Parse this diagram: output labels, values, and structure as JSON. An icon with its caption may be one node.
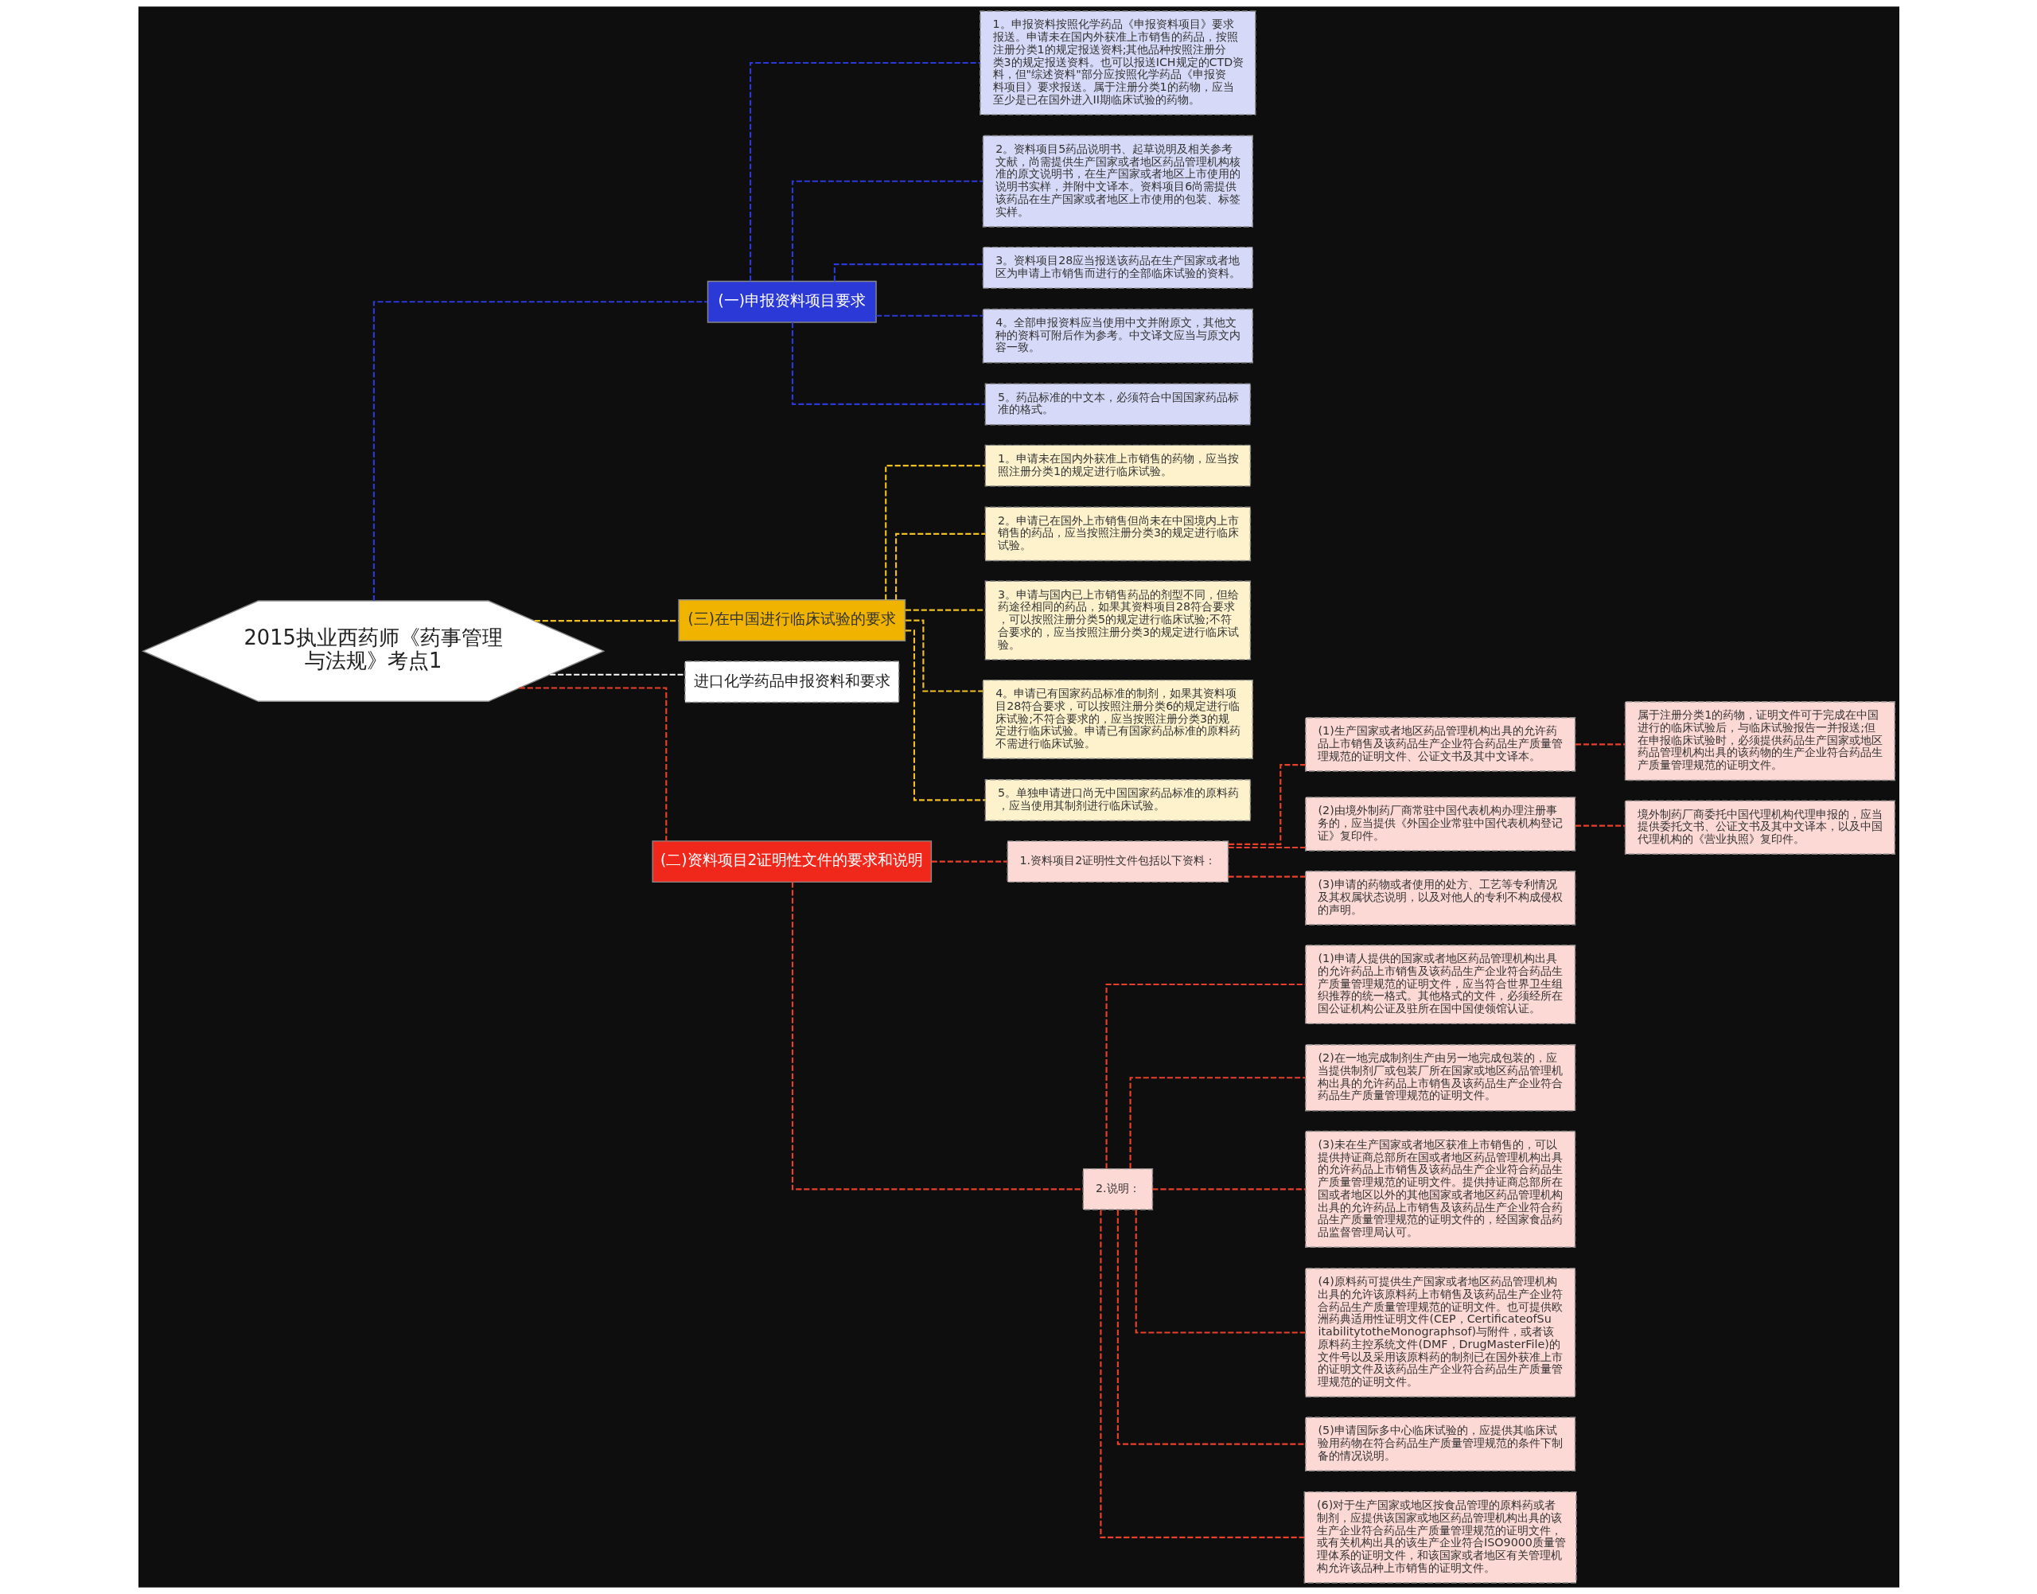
{
  "diagram": {
    "nodes": [
      {
        "text": [
          "2015执业西药师《药事管理与法规》考点1"
        ]
      },
      {
        "text": [
          "(一)申报资料项目要求"
        ]
      },
      {
        "text": [
          "1。申报资料按照化学药品《申报资料项目》要求报送。申请未在国内外获准上市销售的药品，按照注册分类1的规定报送资料;其他品种按照注册分类3的规定报送资料。也可以报送ICH规定的CTD资料，但\"综述资料\"部分应按照化学药品《申报资料项目》要求报送。属于注册分类1的药物，应当至少是已在国外进入II期临床试验的药物。"
        ]
      },
      {
        "text": [
          "2。资料项目5药品说明书、起草说明及相关参考文献，尚需提供生产国家或者地区药品管理机构核准的原文说明书，在生产国家或者地区上市使用的说明书实样，并附中文译本。资料项目6尚需提供该药品在生产国家或者地区上市使用的包装、标签实样。"
        ]
      },
      {
        "text": [
          "3。资料项目28应当报送该药品在生产国家或者地区为申请上市销售而进行的全部临床试验的资料。"
        ]
      },
      {
        "text": [
          "4。全部申报资料应当使用中文并附原文，其他文种的资料可附后作为参考。中文译文应当与原文内容一致。"
        ]
      },
      {
        "text": [
          "5。药品标准的中文本，必须符合中国国家药品标准的格式。"
        ]
      },
      {
        "text": [
          "(三)在中国进行临床试验的要求"
        ]
      },
      {
        "text": [
          "1。申请未在国内外获准上市销售的药物，应当按照注册分类1的规定进行临床试验。"
        ]
      },
      {
        "text": [
          "2。申请已在国外上市销售但尚未在中国境内上市销售的药品，应当按照注册分类3的规定进行临床试验。"
        ]
      },
      {
        "text": [
          "3。申请与国内已上市销售药品的剂型不同，但给药途径相同的药品，如果其资料项目28符合要求，可以按照注册分类5的规定进行临床试验;不符合要求的，应当按照注册分类3的规定进行临床试验。"
        ]
      },
      {
        "text": [
          "4。申请已有国家药品标准的制剂，如果其资料项目28符合要求，可以按照注册分类6的规定进行临床试验;不符合要求的，应当按照注册分类3的规定进行临床试验。申请已有国家药品标准的原料药不需进行临床试验。"
        ]
      },
      {
        "text": [
          "5。单独申请进口尚无中国国家药品标准的原料药，应当使用其制剂进行临床试验。"
        ]
      },
      {
        "text": [
          "进口化学药品申报资料和要求"
        ]
      },
      {
        "text": [
          "(二)资料项目2证明性文件的要求和说明"
        ]
      },
      {
        "text": [
          "1.资料项目2证明性文件包括以下资料："
        ]
      },
      {
        "text": [
          "(1)生产国家或者地区药品管理机构出具的允许药品上市销售及该药品生产企业符合药品生产质量管理规范的证明文件、公证文书及其中文译本。"
        ]
      },
      {
        "text": [
          "属于注册分类1的药物，证明文件可于完成在中国进行的临床试验后，与临床试验报告一并报送;但在申报临床试验时，必须提供药品生产国家或地区药品管理机构出具的该药物的生产企业符合药品生产质量管理规范的证明文件。"
        ]
      },
      {
        "text": [
          "(2)由境外制药厂商常驻中国代表机构办理注册事务的，应当提供《外国企业常驻中国代表机构登记证》复印件。"
        ]
      },
      {
        "text": [
          "境外制药厂商委托中国代理机构代理申报的，应当提供委托文书、公证文书及其中文译本，以及中国代理机构的《营业执照》复印件。"
        ]
      },
      {
        "text": [
          "(3)申请的药物或者使用的处方、工艺等专利情况及其权属状态说明，以及对他人的专利不构成侵权的声明。"
        ]
      },
      {
        "text": [
          "2.说明："
        ]
      },
      {
        "text": [
          "(1)申请人提供的国家或者地区药品管理机构出具的允许药品上市销售及该药品生产企业符合药品生产质量管理规范的证明文件，应当符合世界卫生组织推荐的统一格式。其他格式的文件，必须经所在国公证机构公证及驻所在国中国使领馆认证。"
        ]
      },
      {
        "text": [
          "(2)在一地完成制剂生产由另一地完成包装的，应当提供制剂厂或包装厂所在国家或地区药品管理机构出具的允许药品上市销售及该药品生产企业符合药品生产质量管理规范的证明文件。"
        ]
      },
      {
        "text": [
          "(3)未在生产国家或者地区获准上市销售的，可以提供持证商总部所在国或者地区药品管理机构出具的允许药品上市销售及该药品生产企业符合药品生产质量管理规范的证明文件。提供持证商总部所在国或者地区以外的其他国家或者地区药品管理机构出具的允许药品上市销售及该药品生产企业符合药品生产质量管理规范的证明文件的，经国家食品药品监督管理局认可。"
        ]
      },
      {
        "text": [
          "(4)原料药可提供生产国家或者地区药品管理机构出具的允许该原料药上市销售及该药品生产企业符合药品生产质量管理规范的证明文件。也可提供欧洲药典适用性证明文件(CEP，CertificateofSuitabilitytotheMonographsof)与附件，或者该原料药主控系统文件(DMF，DrugMasterFile)的文件号以及采用该原料药的制剂已在国外获准上市的证明文件及该药品生产企业符合药品生产质量管理规范的证明文件。"
        ]
      },
      {
        "text": [
          "(5)申请国际多中心临床试验的，应提供其临床试验用药物在符合药品生产质量管理规范的条件下制备的情况说明。"
        ]
      },
      {
        "text": [
          "(6)对于生产国家或地区按食品管理的原料药或者制剂，应提供该国家或地区药品管理机构出具的该生产企业符合药品生产质量管理规范的证明文件，或有关机构出具的该生产企业符合ISO9000质量管理体系的证明文件，和该国家或者地区有关管理机构允许该品种上市销售的证明文件。"
        ]
      }
    ],
    "edges": [
      {
        "from": 0,
        "to": 13,
        "arrow": "none",
        "style": "dashed",
        "color": "#ffffff"
      },
      {
        "from": 0,
        "to": 14,
        "arrow": "none",
        "style": "dashed"
      },
      {
        "from": 14,
        "to": 15,
        "arrow": "none",
        "style": "dashed"
      },
      {
        "from": 15,
        "to": 16,
        "arrow": "none",
        "style": "dashed"
      },
      {
        "from": 16,
        "to": 17,
        "arrow": "none",
        "style": "dashed"
      },
      {
        "from": 15,
        "to": 18,
        "arrow": "none",
        "style": "dashed"
      },
      {
        "from": 18,
        "to": 19,
        "arrow": "none",
        "style": "dashed"
      },
      {
        "from": 15,
        "to": 20,
        "arrow": "none",
        "style": "dashed"
      },
      {
        "from": 14,
        "to": 21,
        "arrow": "none",
        "style": "dashed"
      },
      {
        "from": 21,
        "to": 22,
        "arrow": "none",
        "style": "dashed"
      },
      {
        "from": 21,
        "to": 23,
        "arrow": "none",
        "style": "dashed"
      },
      {
        "from": 21,
        "to": 24,
        "arrow": "none",
        "style": "dashed"
      },
      {
        "from": 21,
        "to": 25,
        "arrow": "none",
        "style": "dashed"
      },
      {
        "from": 21,
        "to": 26,
        "arrow": "none",
        "style": "dashed"
      },
      {
        "from": 21,
        "to": 27,
        "arrow": "none",
        "style": "dashed"
      },
      {
        "from": 0,
        "to": 1,
        "arrow": "none",
        "style": "dashed",
        "color": "#2b3ad6"
      },
      {
        "from": 1,
        "to": 2,
        "arrow": "none",
        "style": "dashed",
        "color": "#2b3ad6"
      },
      {
        "from": 1,
        "to": 3,
        "arrow": "none",
        "style": "dashed",
        "color": "#2b3ad6"
      },
      {
        "from": 1,
        "to": 4,
        "arrow": "none",
        "style": "dashed",
        "color": "#2b3ad6"
      },
      {
        "from": 1,
        "to": 5,
        "arrow": "none",
        "style": "dashed",
        "color": "#2b3ad6"
      },
      {
        "from": 1,
        "to": 6,
        "arrow": "none",
        "style": "dashed",
        "color": "#2b3ad6"
      },
      {
        "from": 0,
        "to": 7,
        "arrow": "none",
        "style": "dashed",
        "color": "#f0c020"
      },
      {
        "from": 7,
        "to": 8,
        "arrow": "none",
        "style": "dashed",
        "color": "#f0c020"
      },
      {
        "from": 7,
        "to": 9,
        "arrow": "none",
        "style": "dashed",
        "color": "#f0c020"
      },
      {
        "from": 7,
        "to": 10,
        "arrow": "none",
        "style": "dashed",
        "color": "#f0c020"
      },
      {
        "from": 7,
        "to": 11,
        "arrow": "none",
        "style": "dashed",
        "color": "#f0c020"
      },
      {
        "from": 7,
        "to": 12,
        "arrow": "none",
        "style": "dashed",
        "color": "#f0c020"
      }
    ]
  }
}
